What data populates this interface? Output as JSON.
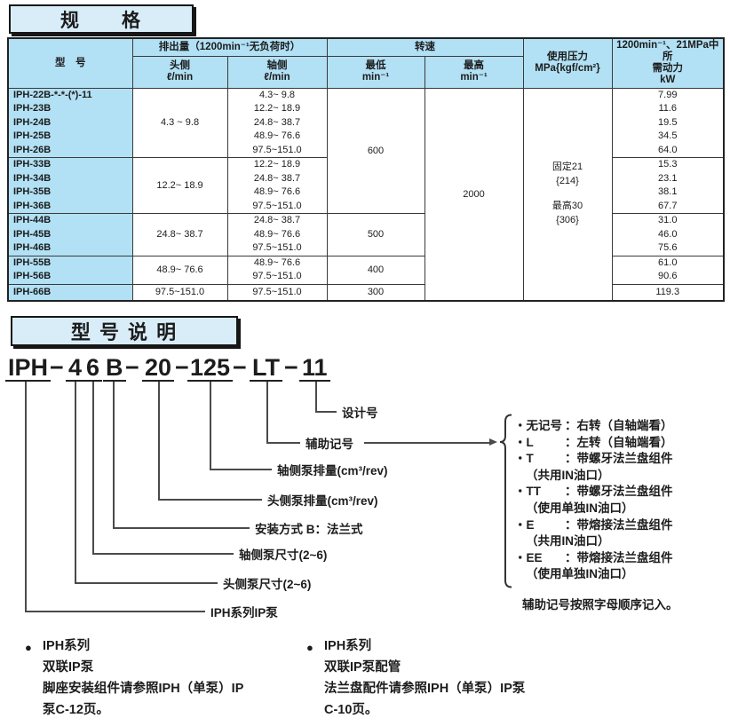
{
  "spec": {
    "title": "规　　格",
    "columns": {
      "model": "型　号",
      "discharge_group": "排出量（1200min⁻¹无负荷时）",
      "head_side": "头侧",
      "shaft_side": "轴侧",
      "flow_unit": "ℓ/min",
      "speed_group": "转速",
      "min_label": "最低",
      "max_label": "最高",
      "speed_unit": "min⁻¹",
      "pressure_l1": "使用压力",
      "pressure_l2": "MPa{kgf/cm²}",
      "power_lines": [
        "1200min⁻¹、21MPa中所",
        "需动力",
        "kW"
      ]
    },
    "groups": [
      {
        "models": [
          "IPH-22B-*-*-(*)-11",
          "IPH-23B",
          "IPH-24B",
          "IPH-25B",
          "IPH-26B"
        ],
        "head": "4.3 ~ 9.8",
        "shaft": [
          "4.3~  9.8",
          "12.2~ 18.9",
          "24.8~ 38.7",
          "48.9~ 76.6",
          "97.5~151.0"
        ],
        "kw": [
          "7.99",
          "11.6",
          "19.5",
          "34.5",
          "64.0"
        ],
        "min_speed": {
          "value": "600",
          "rowspan": 2
        }
      },
      {
        "models": [
          "IPH-33B",
          "IPH-34B",
          "IPH-35B",
          "IPH-36B"
        ],
        "head": "12.2~ 18.9",
        "shaft": [
          "12.2~ 18.9",
          "24.8~ 38.7",
          "48.9~ 76.6",
          "97.5~151.0"
        ],
        "kw": [
          "15.3",
          "23.1",
          "38.1",
          "67.7"
        ]
      },
      {
        "models": [
          "IPH-44B",
          "IPH-45B",
          "IPH-46B"
        ],
        "head": "24.8~ 38.7",
        "shaft": [
          "24.8~ 38.7",
          "48.9~ 76.6",
          "97.5~151.0"
        ],
        "kw": [
          "31.0",
          "46.0",
          "75.6"
        ],
        "min_speed": {
          "value": "500",
          "rowspan": 1
        }
      },
      {
        "models": [
          "IPH-55B",
          "IPH-56B"
        ],
        "head": "48.9~ 76.6",
        "shaft": [
          "48.9~ 76.6",
          "97.5~151.0"
        ],
        "kw": [
          "61.0",
          "90.6"
        ],
        "min_speed": {
          "value": "400",
          "rowspan": 1
        }
      },
      {
        "models": [
          "IPH-66B"
        ],
        "head": "97.5~151.0",
        "shaft": [
          "97.5~151.0"
        ],
        "kw": [
          "119.3"
        ],
        "min_speed": {
          "value": "300",
          "rowspan": 1
        }
      }
    ],
    "max_speed": "2000",
    "pressure_lines": [
      "固定21",
      "{214}",
      "最高30",
      "{306}"
    ]
  },
  "diagram": {
    "title": "型 号 说 明",
    "model_segments": [
      {
        "t": "IPH",
        "u": 1
      },
      {
        "t": "−"
      },
      {
        "t": "4",
        "u": 1
      },
      {
        "t": "6",
        "u": 1
      },
      {
        "t": "B",
        "u": 1
      },
      {
        "t": "−"
      },
      {
        "t": "20",
        "u": 1
      },
      {
        "t": "−"
      },
      {
        "t": "125",
        "u": 1
      },
      {
        "t": "−"
      },
      {
        "t": "LT",
        "u": 1
      },
      {
        "t": "−"
      },
      {
        "t": "11",
        "u": 1
      }
    ],
    "labels": [
      "设计号",
      "辅助记号",
      "轴侧泵排量(cm³/rev)",
      "头侧泵排量(cm³/rev)",
      "安装方式 B：法兰式",
      "轴侧泵尺寸(2~6)",
      "头侧泵尺寸(2~6)",
      "IPH系列IP泵"
    ],
    "aux_list": [
      {
        "sym": "・无记号",
        "desc": "：右转（自轴端看）"
      },
      {
        "sym": "・L",
        "desc": "：左转（自轴端看）"
      },
      {
        "sym": "・T",
        "desc": "：带螺牙法兰盘组件"
      },
      {
        "sym": "",
        "desc": "（共用IN油口）",
        "cont": true
      },
      {
        "sym": "・TT",
        "desc": "：带螺牙法兰盘组件"
      },
      {
        "sym": "",
        "desc": "（使用单独IN油口）",
        "cont": true
      },
      {
        "sym": "・E",
        "desc": "：带熔接法兰盘组件"
      },
      {
        "sym": "",
        "desc": "（共用IN油口）",
        "cont": true
      },
      {
        "sym": "・EE",
        "desc": "：带熔接法兰盘组件"
      },
      {
        "sym": "",
        "desc": "（使用单独IN油口）",
        "cont": true
      }
    ],
    "aux_note": "辅助记号按照字母顺序记入。"
  },
  "footnotes": {
    "bullet": "●",
    "left": [
      "IPH系列",
      "双联IP泵",
      "脚座安装组件请参照IPH（单泵）IP",
      "泵C-12页。"
    ],
    "right": [
      "IPH系列",
      "双联IP泵配管",
      "法兰盘配件请参照IPH（单泵）IP泵",
      "C-10页。"
    ]
  },
  "colors": {
    "header_blue": "#b2e0f4",
    "title_blue": "#d9edf9",
    "line": "#4a4a4a"
  }
}
